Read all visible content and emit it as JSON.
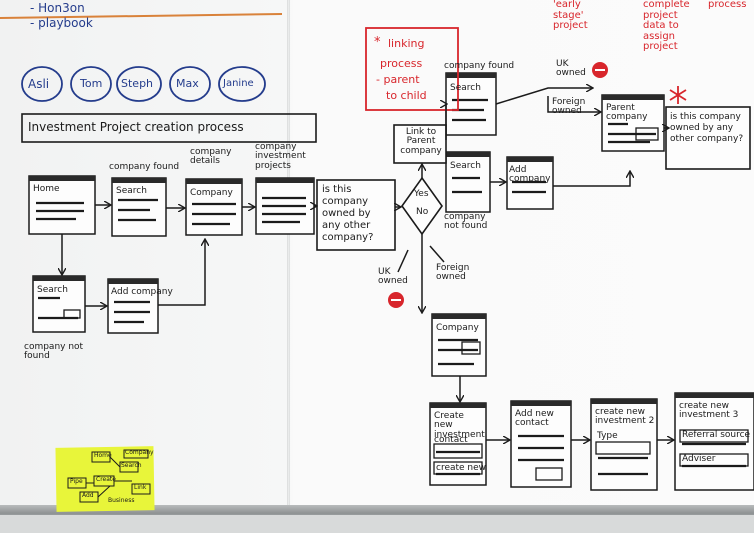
{
  "top_left": {
    "line1": "- Hon3on",
    "line2": "- playbook"
  },
  "team": [
    "Asli",
    "Tom",
    "Steph",
    "Max",
    "Janine"
  ],
  "title": "Investment Project creation process",
  "red_top": {
    "early_stage": "'early stage' project",
    "complete": "complete project data to assign project",
    "process": "process"
  },
  "red_note": {
    "star": "*",
    "line1": "linking",
    "line2": "process",
    "line3": "- parent",
    "line4": "to child"
  },
  "labels": {
    "company_found_left": "company found",
    "company_details": "company details",
    "company_investment_projects": "company investment projects",
    "company_not_found_left": "company not found",
    "question_left": "is this company owned by any other company?",
    "yes": "Yes",
    "no": "No",
    "link_to_parent": "Link to Parent company",
    "company_found_right": "company found",
    "company_not_found_right": "company not found",
    "uk_owned_top": "UK owned",
    "foreign_owned_top": "Foreign owned",
    "question_right": "is this company owned by any other company?",
    "uk_owned_bottom": "UK owned",
    "foreign_owned_bottom": "Foreign owned",
    "red_star_right": "*"
  },
  "screens": {
    "home": "Home",
    "search_left": "Search",
    "company_left": "Company",
    "search_below": "Search",
    "add_company_left": "Add company",
    "search_right": "Search",
    "search_right2": "Search",
    "add_company_right": "Add company",
    "parent_company": "Parent company",
    "company_mid": "Company",
    "create_investment": "Create new investment",
    "contact": "contact",
    "create_new": "create new",
    "add_new_contact": "Add new contact",
    "create_investment2": "create new investment 2",
    "type": "Type",
    "create_investment3": "create new investment 3",
    "referral_source": "Referral source",
    "adviser": "Adviser"
  },
  "sticky_note": {
    "color": "#e8f53a",
    "words": [
      "Home",
      "Search",
      "Company",
      "Pipe",
      "Create",
      "Add",
      "Link",
      "Business"
    ]
  },
  "colors": {
    "ink": "#1b1b1b",
    "red_marker": "#d8262c",
    "blue_marker": "#243c8c",
    "orange_line": "#d9823a"
  }
}
